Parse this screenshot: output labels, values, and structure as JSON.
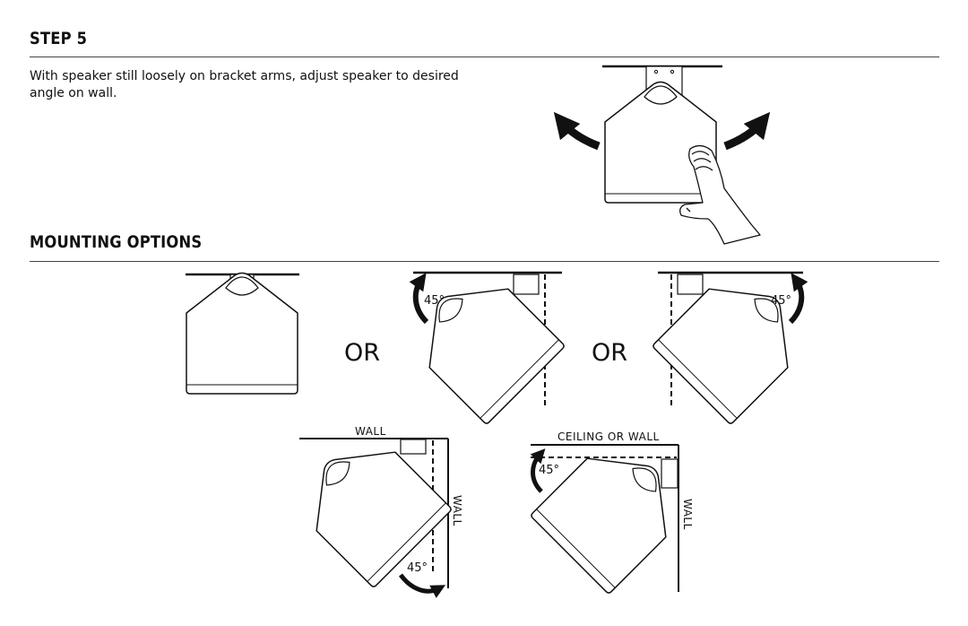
{
  "step5": {
    "heading": "STEP 5",
    "instruction": "With speaker still loosely on bracket arms, adjust speaker to desired angle on wall."
  },
  "mounting": {
    "heading": "MOUNTING OPTIONS",
    "or_1": "OR",
    "or_2": "OR",
    "angle_label": "45°",
    "wall_label": "WALL",
    "ceiling_or_wall_label": "CEILING OR WALL"
  }
}
